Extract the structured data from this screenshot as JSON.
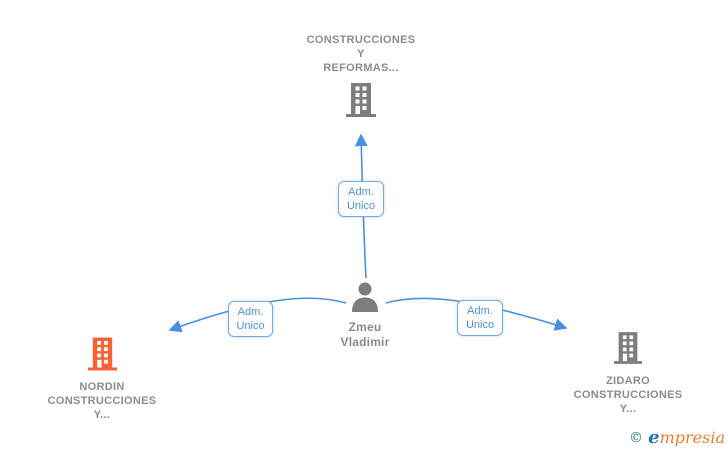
{
  "graph": {
    "nodes": {
      "company_top": {
        "name_line1": "CONSTRUCCIONES",
        "name_line2": "Y",
        "name_line3": "REFORMAS...",
        "icon": "building-icon",
        "icon_color": "#7d7d7d"
      },
      "person_center": {
        "name_line1": "Zmeu",
        "name_line2": "Vladimir",
        "icon": "person-icon",
        "icon_color": "#7d7d7d"
      },
      "company_left": {
        "name_line1": "NORDIN",
        "name_line2": "CONSTRUCCIONES",
        "name_line3": "Y...",
        "icon": "building-icon",
        "icon_color": "#fa6233"
      },
      "company_right": {
        "name_line1": "ZIDARO",
        "name_line2": "CONSTRUCCIONES",
        "name_line3": "Y...",
        "icon": "building-icon",
        "icon_color": "#7d7d7d"
      }
    },
    "edges": {
      "top": {
        "label_line1": "Adm.",
        "label_line2": "Unico"
      },
      "left": {
        "label_line1": "Adm.",
        "label_line2": "Unico"
      },
      "right": {
        "label_line1": "Adm.",
        "label_line2": "Unico"
      }
    }
  },
  "watermark": {
    "copyright_symbol": "©",
    "brand_e": "e",
    "brand_rest": "mpresia"
  },
  "colors": {
    "edge_blue": "#4a90e2",
    "label_border_blue": "#74a9e6",
    "node_text_gray": "#8c8c8c",
    "icon_gray": "#7d7d7d",
    "icon_orange": "#fa6233",
    "watermark_teal": "#1d7a8c",
    "watermark_blue": "#1878b8",
    "watermark_orange": "#ef7d2e",
    "background": "#ffffff"
  }
}
